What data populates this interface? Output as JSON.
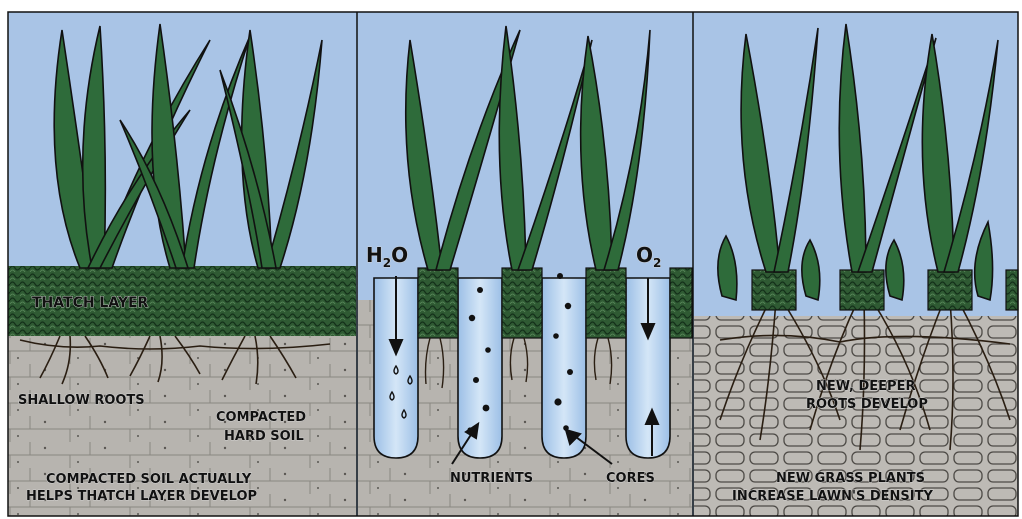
{
  "colors": {
    "sky": "#a9c4e6",
    "leaf": "#2e6b3a",
    "leaf_dark": "#1a3f22",
    "thatch": "#2f5a33",
    "soil": "#b7b4af",
    "soil_line": "#6d6a66",
    "hole": "#b8d4f0",
    "outline": "#111111"
  },
  "panel_left": {
    "thatch_label": "THATCH LAYER",
    "shallow_label": "SHALLOW ROOTS",
    "compacted_line1": "COMPACTED",
    "compacted_line2": "HARD SOIL",
    "caption_line1": "COMPACTED SOIL ACTUALLY",
    "caption_line2": "HELPS THATCH LAYER DEVELOP"
  },
  "panel_middle": {
    "water_main": "H",
    "water_sub": "2",
    "water_tail": "O",
    "oxygen_main": "O",
    "oxygen_sub": "2",
    "nutrients_label": "NUTRIENTS",
    "cores_label": "CORES"
  },
  "panel_right": {
    "deeper_line1": "NEW, DEEPER",
    "deeper_line2": "ROOTS DEVELOP",
    "density_line1": "NEW GRASS PLANTS",
    "density_line2": "INCREASE LAWN'S DENSITY"
  }
}
